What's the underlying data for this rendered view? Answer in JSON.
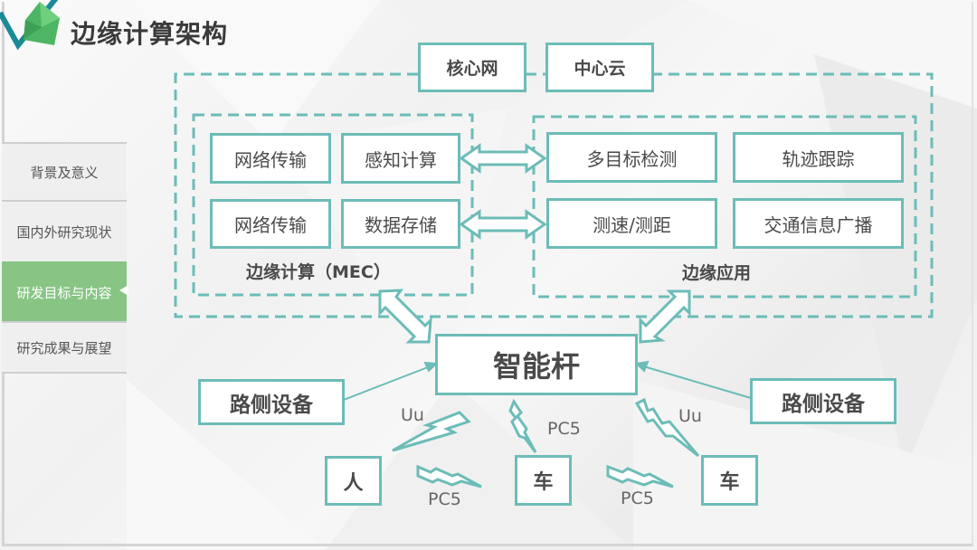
{
  "title": "边缘计算架构",
  "sidebar": {
    "items": [
      {
        "label": "背景及意义",
        "active": false
      },
      {
        "label": "国内外研究现状",
        "active": false
      },
      {
        "label": "研发目标与内容",
        "active": true
      },
      {
        "label": "研究成果与展望",
        "active": false
      }
    ]
  },
  "diagram": {
    "top": {
      "core_network": "核心网",
      "center_cloud": "中心云"
    },
    "mec": {
      "label": "边缘计算（MEC）",
      "modules": [
        "网络传输",
        "感知计算",
        "网络传输",
        "数据存储"
      ]
    },
    "edge_app": {
      "label": "边缘应用",
      "modules": [
        "多目标检测",
        "轨迹跟踪",
        "测速/测距",
        "交通信息广播"
      ]
    },
    "smart_pole": "智能杆",
    "roadside_left": "路侧设备",
    "roadside_right": "路侧设备",
    "person": "人",
    "vehicle_1": "车",
    "vehicle_2": "车",
    "links": {
      "uu_left": "Uu",
      "pc5_person_vehicle": "PC5",
      "pc5_vehicle_pole": "PC5",
      "pc5_vehicle_vehicle": "PC5",
      "uu_right": "Uu"
    }
  },
  "colors": {
    "accent": "#6cbcb8",
    "nav_active": "#88c585",
    "text": "#4a4a4a"
  }
}
